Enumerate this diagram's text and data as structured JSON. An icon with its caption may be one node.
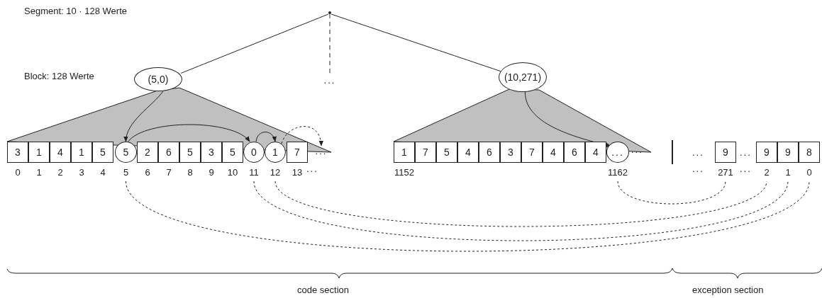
{
  "diagram": {
    "nodes": [
      {
        "text": [
          "(5,0)"
        ]
      },
      {
        "text": [
          "(10,271)"
        ]
      },
      {
        "text": [
          "3"
        ],
        "beside": [
          "0"
        ]
      },
      {
        "text": [
          "1"
        ],
        "beside": [
          "1"
        ]
      },
      {
        "text": [
          "4"
        ],
        "beside": [
          "2"
        ]
      },
      {
        "text": [
          "1"
        ],
        "beside": [
          "3"
        ]
      },
      {
        "text": [
          "5"
        ],
        "beside": [
          "4"
        ]
      },
      {
        "text": [
          "5"
        ],
        "beside": [
          "5"
        ]
      },
      {
        "text": [
          "2"
        ],
        "beside": [
          "6"
        ]
      },
      {
        "text": [
          "6"
        ],
        "beside": [
          "7"
        ]
      },
      {
        "text": [
          "5"
        ],
        "beside": [
          "8"
        ]
      },
      {
        "text": [
          "3"
        ],
        "beside": [
          "9"
        ]
      },
      {
        "text": [
          "5"
        ],
        "beside": [
          "10"
        ]
      },
      {
        "text": [
          "0"
        ],
        "beside": [
          "11"
        ]
      },
      {
        "text": [
          "1"
        ],
        "beside": [
          "12"
        ]
      },
      {
        "text": [
          "7"
        ],
        "beside": [
          "13"
        ]
      },
      {
        "text": [
          "1"
        ],
        "beside": [
          "1152"
        ]
      },
      {
        "text": [
          "7"
        ]
      },
      {
        "text": [
          "5"
        ]
      },
      {
        "text": [
          "4"
        ]
      },
      {
        "text": [
          "6"
        ]
      },
      {
        "text": [
          "3"
        ]
      },
      {
        "text": [
          "7"
        ]
      },
      {
        "text": [
          "4"
        ]
      },
      {
        "text": [
          "6"
        ]
      },
      {
        "text": [
          "4"
        ]
      },
      {
        "text": [
          "..."
        ],
        "beside": [
          "1162"
        ]
      },
      {
        "text": [
          "9"
        ],
        "beside": [
          "271"
        ]
      },
      {
        "text": [
          "9"
        ],
        "beside": [
          "2"
        ]
      },
      {
        "text": [
          "9"
        ],
        "beside": [
          "1"
        ]
      },
      {
        "text": [
          "8"
        ],
        "beside": [
          "0"
        ]
      },
      {
        "text": [],
        "shape": "point"
      },
      {
        "text": [
          "..."
        ]
      },
      {
        "text": [
          "..."
        ]
      }
    ],
    "edges": [
      {
        "from": 0,
        "to": 7,
        "arrow": "to"
      },
      {
        "from": 7,
        "to": 13,
        "arrow": "to"
      },
      {
        "from": 13,
        "to": 14,
        "arrow": "to"
      },
      {
        "from": 14,
        "to": 33,
        "arrow": "to",
        "style": "dashed"
      },
      {
        "from": 1,
        "to": 26,
        "arrow": "to"
      },
      {
        "from": 7,
        "to": 30,
        "arrow": "none",
        "style": "dashed"
      },
      {
        "from": 13,
        "to": 29,
        "arrow": "none",
        "style": "dashed"
      },
      {
        "from": 14,
        "to": 28,
        "arrow": "none",
        "style": "dashed"
      },
      {
        "from": 26,
        "to": 27,
        "arrow": "none",
        "style": "dashed"
      },
      {
        "from": 31,
        "to": 0,
        "arrow": "none"
      },
      {
        "from": 31,
        "to": 1,
        "arrow": "none"
      },
      {
        "from": 31,
        "to": 32,
        "arrow": "none",
        "style": "dashed"
      }
    ],
    "labels": [
      "Segment: 10 · 128 Werte",
      "Block: 128 Werte",
      "...",
      "...",
      "...",
      "...",
      "...",
      "...",
      "code section",
      "exception section"
    ]
  }
}
